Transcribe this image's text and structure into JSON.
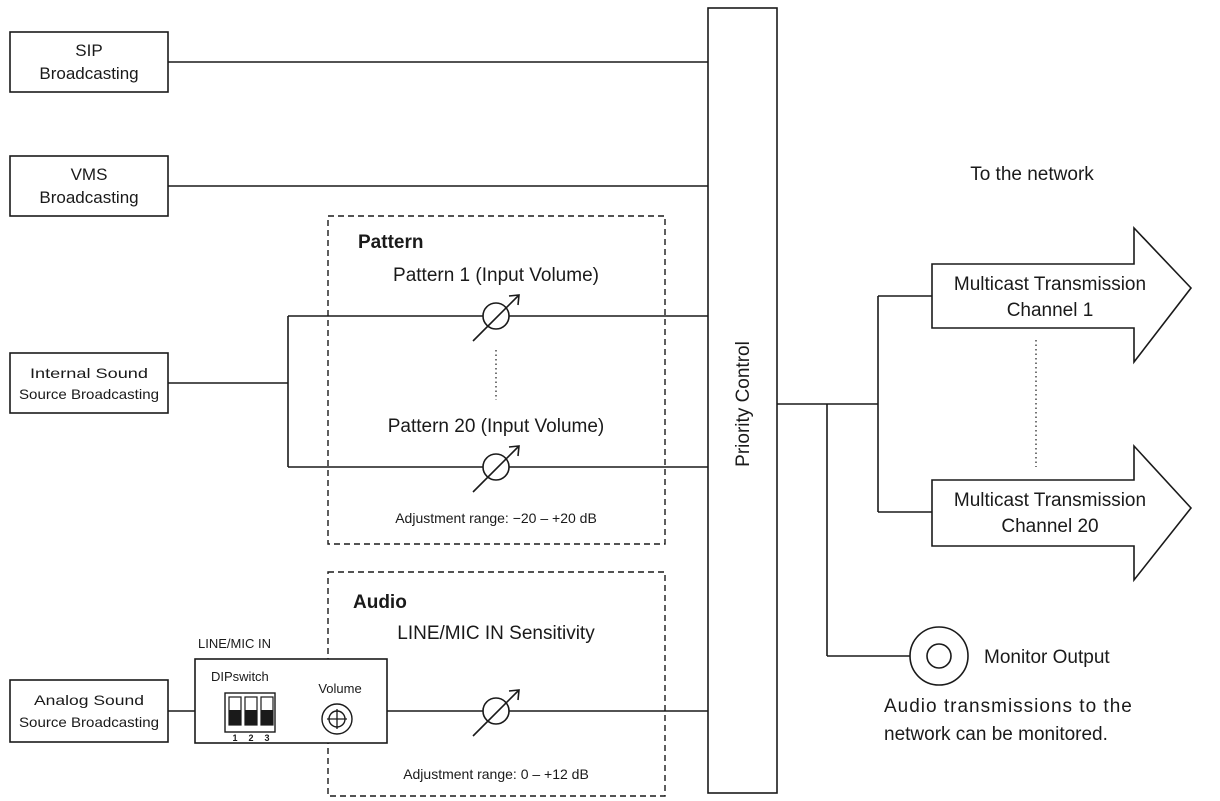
{
  "sources": {
    "sip": [
      "SIP",
      "Broadcasting"
    ],
    "vms": [
      "VMS",
      "Broadcasting"
    ],
    "internal": [
      "Internal Sound",
      "Source Broadcasting"
    ],
    "analog": [
      "Analog Sound",
      "Source Broadcasting"
    ]
  },
  "pattern_group": {
    "title": "Pattern",
    "item_first": "Pattern 1 (Input Volume)",
    "item_last": "Pattern 20 (Input Volume)",
    "range": "Adjustment range: −20 – +20 dB"
  },
  "audio_group": {
    "title": "Audio",
    "subtitle": "LINE/MIC IN Sensitivity",
    "range": "Adjustment range: 0 – +12 dB"
  },
  "line_mic": {
    "label": "LINE/MIC IN",
    "dip_label": "DIPswitch",
    "dip_numbers": [
      "1",
      "2",
      "3"
    ],
    "volume_label": "Volume"
  },
  "priority_control": "Priority Control",
  "network_label": "To the network",
  "channels": [
    [
      "Multicast Transmission",
      "Channel 1"
    ],
    [
      "Multicast Transmission",
      "Channel 20"
    ]
  ],
  "monitor_output": "Monitor Output",
  "monitor_note": [
    "Audio transmissions to the",
    "network can be monitored."
  ]
}
